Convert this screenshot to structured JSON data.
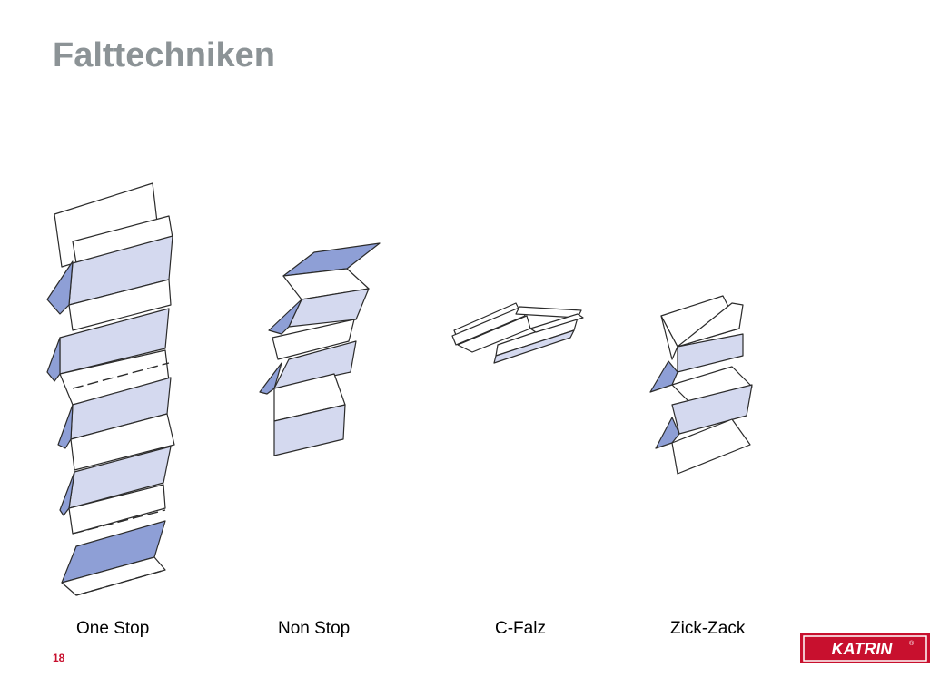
{
  "slide": {
    "title": "Falttechniken",
    "page_number": "18"
  },
  "fold_types": [
    {
      "label": "One Stop"
    },
    {
      "label": "Non Stop"
    },
    {
      "label": "C-Falz"
    },
    {
      "label": "Zick-Zack"
    }
  ],
  "logo": {
    "text": "KATRIN",
    "registered_mark": "®"
  },
  "colors": {
    "title": "#8c9396",
    "panel_light": "#d4d9ef",
    "panel_dark": "#8e9fd6",
    "outline": "#2b2b2b",
    "brand_red": "#c8102e"
  }
}
